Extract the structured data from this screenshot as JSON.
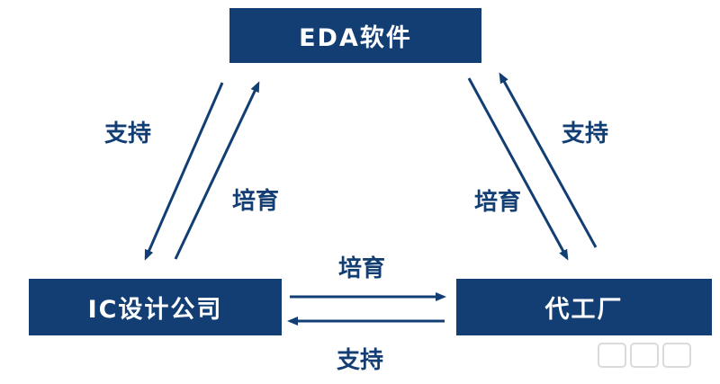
{
  "nodes": {
    "eda": "EDA软件",
    "ic": "IC设计公司",
    "fab": "代工厂"
  },
  "labels": {
    "left_support": "支持",
    "left_cultivate": "培育",
    "right_support": "支持",
    "right_cultivate": "培育",
    "bottom_cultivate": "培育",
    "bottom_support": "支持"
  },
  "colors": {
    "box": "#123e74",
    "text": "#123e74"
  },
  "icons": {
    "watermark": "zhidx-logo-watermark"
  }
}
